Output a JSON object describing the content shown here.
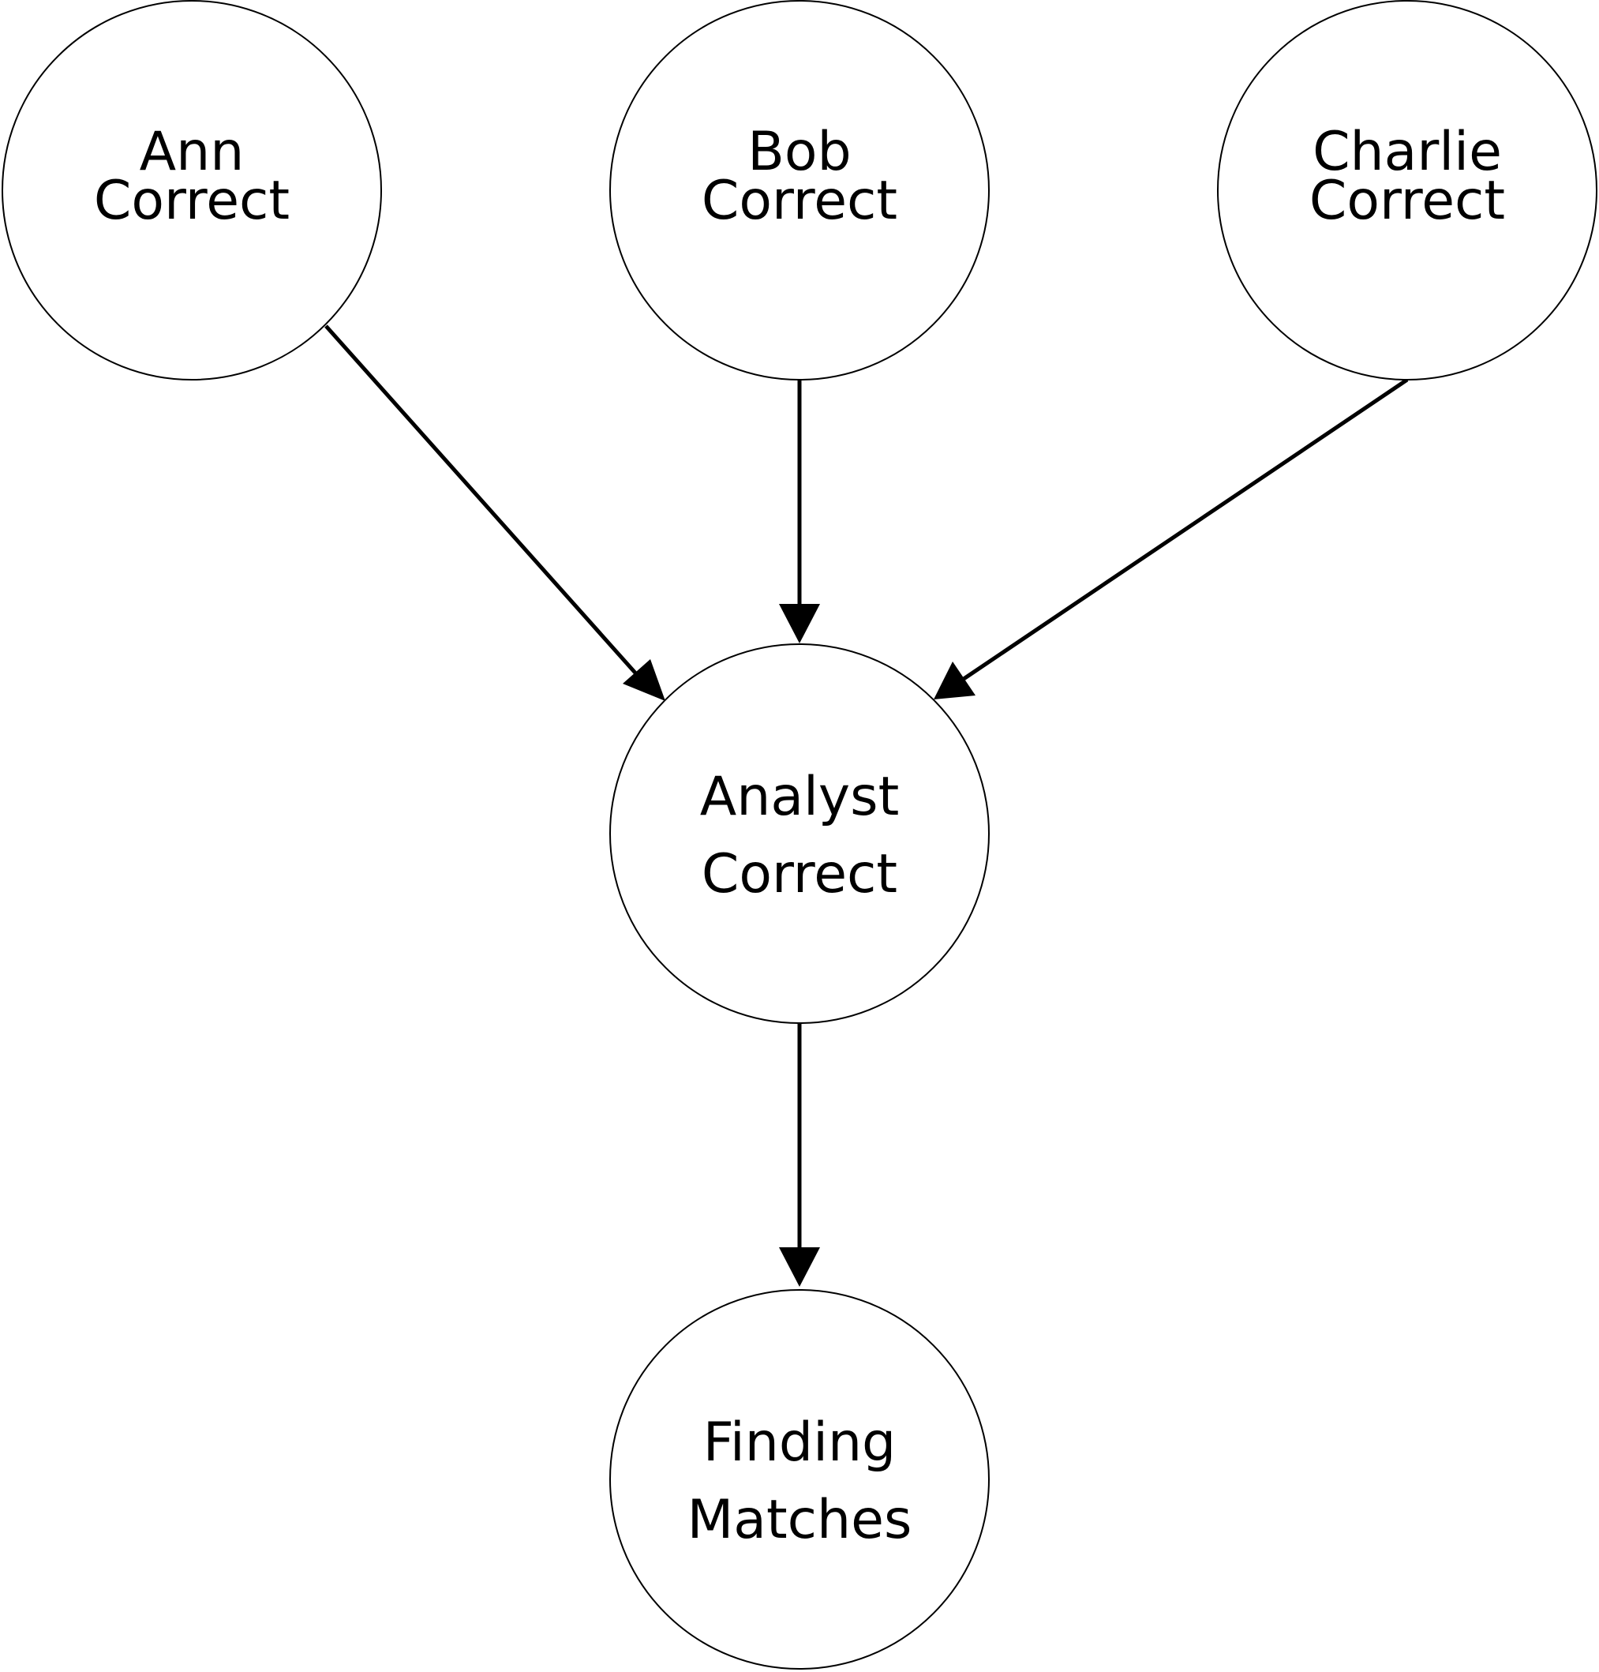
{
  "nodes": [
    {
      "id": "ann",
      "line1": "Ann",
      "line2": "Correct"
    },
    {
      "id": "bob",
      "line1": "Bob",
      "line2": "Correct"
    },
    {
      "id": "charlie",
      "line1": "Charlie",
      "line2": "Correct"
    },
    {
      "id": "analyst",
      "line1": "Analyst",
      "line2": "Correct"
    },
    {
      "id": "finding",
      "line1": "Finding",
      "line2": "Matches"
    }
  ],
  "edges": [
    {
      "from": "ann",
      "to": "analyst"
    },
    {
      "from": "bob",
      "to": "analyst"
    },
    {
      "from": "charlie",
      "to": "analyst"
    },
    {
      "from": "analyst",
      "to": "finding"
    }
  ]
}
